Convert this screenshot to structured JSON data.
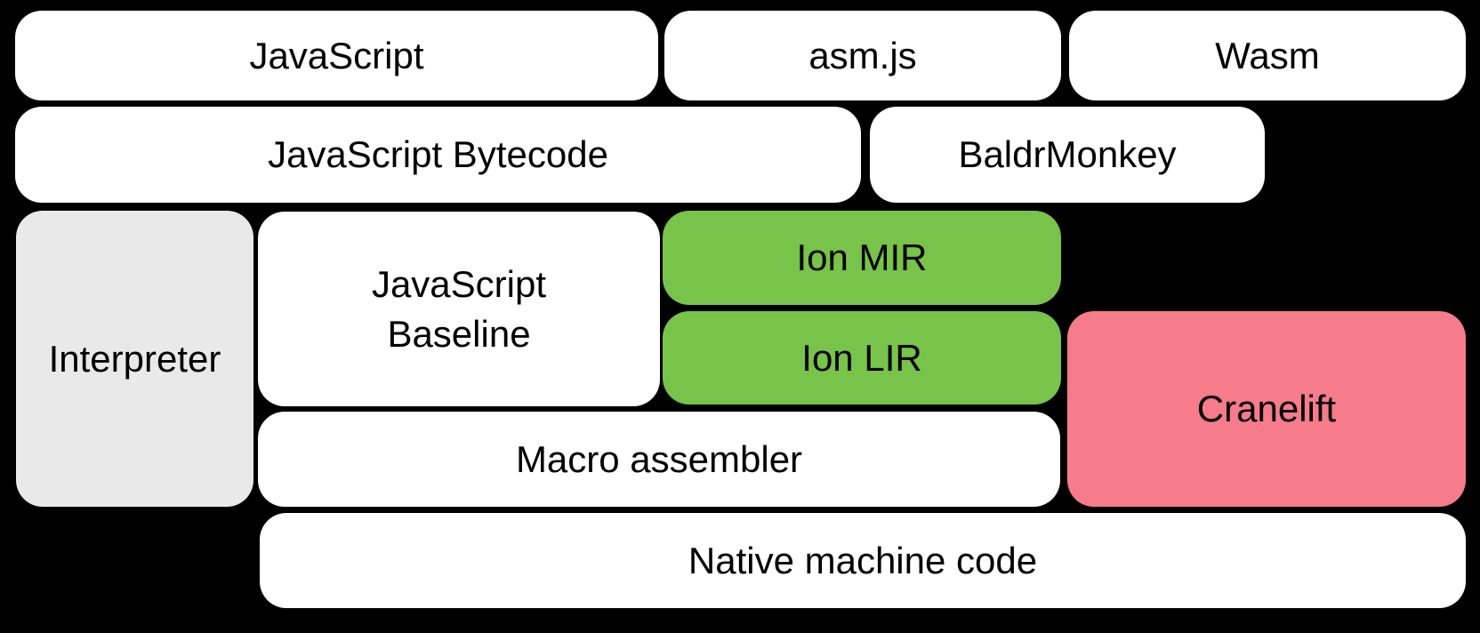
{
  "diagram": {
    "background": "#000000",
    "text_color": "#000000",
    "colors": {
      "default_box": "#ffffff",
      "interpreter_gray": "#e9e9e9",
      "ion_green": "#78c34a",
      "cranelift_pink": "#f67b8b"
    },
    "boxes": [
      {
        "id": "javascript",
        "label": "JavaScript",
        "color": "#ffffff"
      },
      {
        "id": "asmjs",
        "label": "asm.js",
        "color": "#ffffff"
      },
      {
        "id": "wasm",
        "label": "Wasm",
        "color": "#ffffff"
      },
      {
        "id": "javascript-bytecode",
        "label": "JavaScript Bytecode",
        "color": "#ffffff"
      },
      {
        "id": "baldrmonkey",
        "label": "BaldrMonkey",
        "color": "#ffffff"
      },
      {
        "id": "interpreter",
        "label": "Interpreter",
        "color": "#e9e9e9"
      },
      {
        "id": "javascript-baseline",
        "label": "JavaScript\nBaseline",
        "color": "#ffffff"
      },
      {
        "id": "ion-mir",
        "label": "Ion MIR",
        "color": "#78c34a"
      },
      {
        "id": "ion-lir",
        "label": "Ion LIR",
        "color": "#78c34a"
      },
      {
        "id": "cranelift",
        "label": "Cranelift",
        "color": "#f67b8b"
      },
      {
        "id": "macro-assembler",
        "label": "Macro assembler",
        "color": "#ffffff"
      },
      {
        "id": "native-machine-code",
        "label": "Native machine code",
        "color": "#ffffff"
      }
    ]
  }
}
